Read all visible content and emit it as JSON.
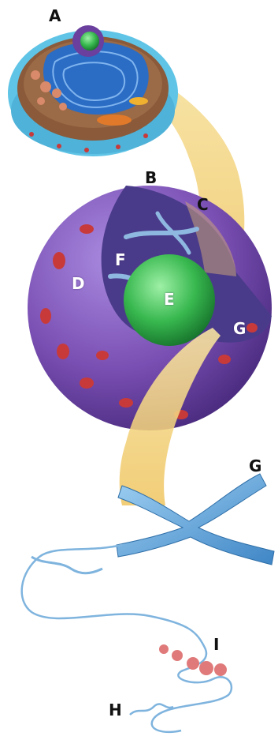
{
  "labels": {
    "a": "A",
    "b": "B",
    "c": "C",
    "d": "D",
    "e": "E",
    "f": "F",
    "g_nucleus": "G",
    "g_chromosome": "G",
    "h": "H",
    "i": "I"
  },
  "colors": {
    "cytoplasm": "#8a5a3a",
    "membrane": "#5fc4e6",
    "er": "#2b6cc4",
    "nucleus_shell": "#7a4fb3",
    "nucleus_inner": "#4a3b8a",
    "nucleolus": "#38b84f",
    "pores": "#c83a3a",
    "chromosome": "#6aaee0",
    "highlight_band": "#f3d27a",
    "dna_strand": "#7fb4de",
    "histone": "#e07a7a"
  }
}
